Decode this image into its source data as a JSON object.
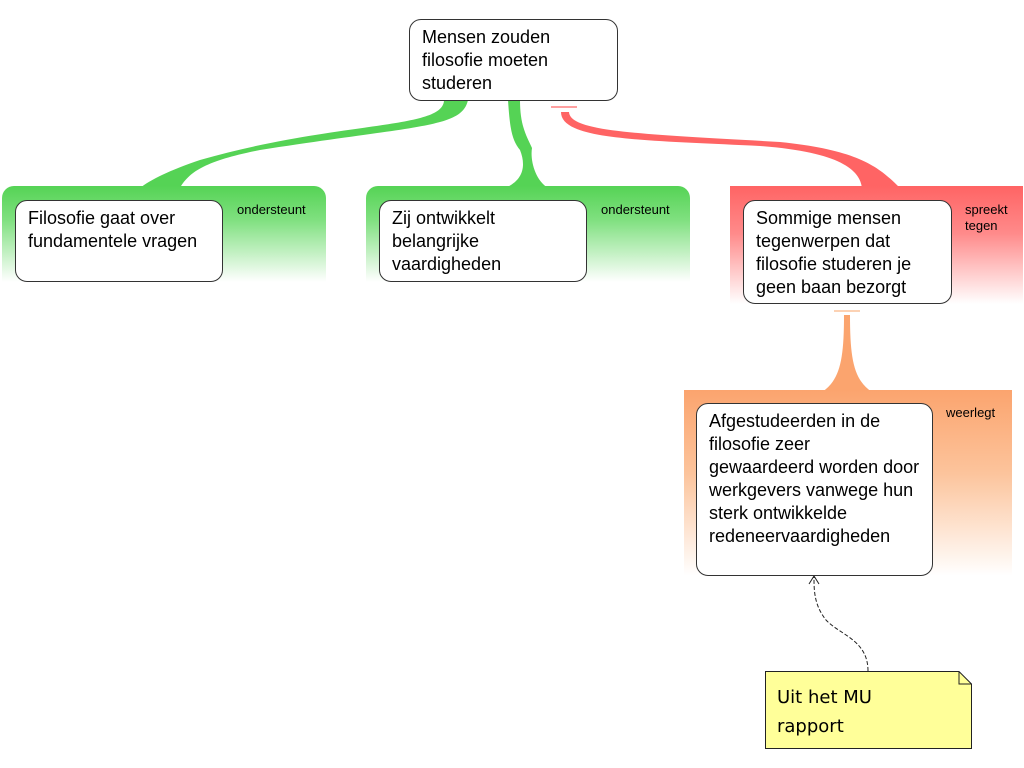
{
  "root": {
    "text": "Mensen zouden filosofie moeten studeren"
  },
  "reasons": [
    {
      "text": "Filosofie gaat over fundamentele vragen",
      "relation": "ondersteunt"
    },
    {
      "text": "Zij ontwikkelt belangrijke vaardigheden",
      "relation": "ondersteunt"
    }
  ],
  "objection": {
    "text": "Sommige mensen tegenwerpen dat filosofie studeren je geen baan bezorgt",
    "relation": "spreekt tegen"
  },
  "rebuttal": {
    "text": "Afgestudeerden in de filosofie zeer gewaardeerd worden door werkgevers vanwege hun sterk ontwikkelde redeneervaardigheden",
    "relation": "weerlegt"
  },
  "note": {
    "text": "Uit het MU rapport"
  },
  "colors": {
    "support": "#55d355",
    "oppose": "#ff6464",
    "rebut": "#fba46e",
    "note": "#ffff99"
  }
}
